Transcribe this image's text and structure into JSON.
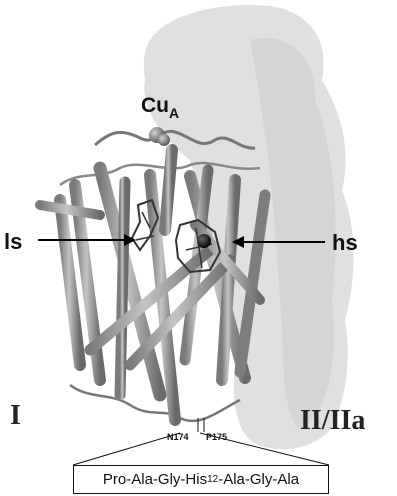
{
  "labels": {
    "cua_main": "Cu",
    "cua_sub": "A",
    "ls": "ls",
    "hs": "hs",
    "subunit_left": "I",
    "subunit_right": "II/IIa",
    "residue_left": "N174",
    "residue_right": "P175"
  },
  "sequence": {
    "pre": "Pro-Ala-Gly-His",
    "sub": "12",
    "post": "-Ala-Gly-Ala"
  },
  "colors": {
    "surface": "#dcdcdc",
    "helix": "#9a9a9a",
    "helix_dark": "#6e6e6e",
    "heme": "#3a3a3a",
    "text": "#111111"
  }
}
